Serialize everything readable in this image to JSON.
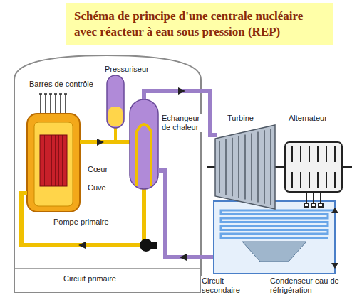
{
  "diagram": {
    "title": "Schéma de principe d'une centrale nucléaire avec réacteur à eau sous pression (REP)",
    "labels": [
      "Pressuriseur",
      "Barres de contrôle",
      "Echangeur de chaleur",
      "Turbine",
      "Alternateur",
      "Cœur",
      "Cuve",
      "Pompe primaire",
      "Circuit primaire",
      "Circuit secondaire",
      "Condenseur eau de réfrigération"
    ]
  }
}
